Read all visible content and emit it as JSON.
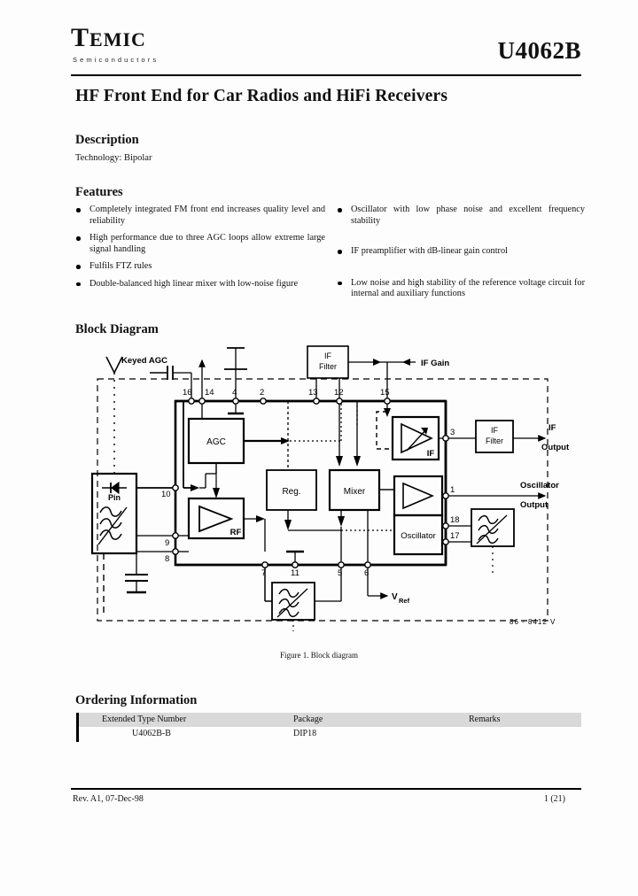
{
  "header": {
    "logo_main": "TEMIC",
    "logo_sub": "Semiconductors",
    "part_number": "U4062B"
  },
  "doc_title": "HF Front End for Car Radios and HiFi Receivers",
  "description": {
    "heading": "Description",
    "text": "Technology: Bipolar"
  },
  "features": {
    "heading": "Features",
    "left": [
      "Completely integrated FM front end increases quality level and reliability",
      "High performance due to three AGC loops allow extreme large signal handling",
      "Fulfils FTZ rules",
      "Double-balanced high linear mixer with low-noise figure"
    ],
    "right": [
      "Oscillator with low phase noise and excellent frequency stability",
      "IF preamplifier with dB-linear gain control",
      "Low noise and high stability of the reference voltage circuit for internal and auxiliary functions"
    ]
  },
  "block_diagram": {
    "heading": "Block Diagram",
    "caption": "Figure 1.  Block diagram",
    "drawing_ref": "86 - 8412 V",
    "blocks": [
      {
        "id": "agc",
        "label": "AGC"
      },
      {
        "id": "reg",
        "label": "Reg."
      },
      {
        "id": "mixer",
        "label": "Mixer"
      },
      {
        "id": "rf",
        "label": "RF"
      },
      {
        "id": "if_amp",
        "label": "IF"
      },
      {
        "id": "oscillator",
        "label": "Oscillator"
      },
      {
        "id": "if_filter_top",
        "label_1": "IF",
        "label_2": "Filter"
      },
      {
        "id": "if_filter_right",
        "label_1": "IF",
        "label_2": "Filter"
      },
      {
        "id": "pin_block",
        "label": "Pin"
      }
    ],
    "signal_labels": {
      "keyed_agc": "Keyed AGC",
      "if_gain": "IF Gain",
      "if_output_1": "IF",
      "if_output_2": "Output",
      "osc_output_1": "Oscillator",
      "osc_output_2": "Output",
      "vref_v": "V",
      "vref_sub": "Ref"
    },
    "pins": [
      "16",
      "14",
      "4",
      "2",
      "13",
      "12",
      "15",
      "3",
      "1",
      "18",
      "17",
      "10",
      "9",
      "8",
      "7",
      "11",
      "5",
      "6"
    ]
  },
  "ordering": {
    "heading": "Ordering Information",
    "columns": [
      "Extended Type Number",
      "Package",
      "Remarks"
    ],
    "rows": [
      {
        "type": "U4062B-B",
        "package": "DIP18",
        "remarks": ""
      }
    ]
  },
  "footer": {
    "left": "Rev. A1, 07-Dec-98",
    "right": "1 (21)"
  }
}
